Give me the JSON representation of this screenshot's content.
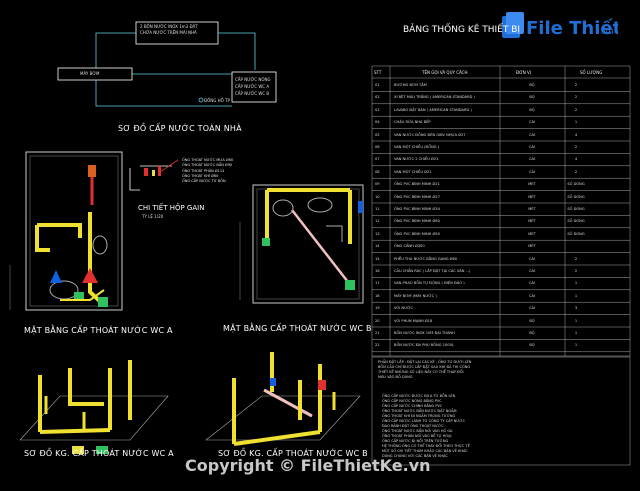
{
  "title_supply": "SƠ ĐỒ CẤP NƯỚC TOÀN NHÀ",
  "label_supply_top": [
    "2 BỒN NƯỚC INOX 1m3 ĐẶT",
    "CHỨA NƯỚC TRÊN MÁI NHÀ"
  ],
  "label_pump": "MÁY BƠM",
  "label_supply_right": [
    "CẤP NƯỚC NÓNG",
    "CẤP NƯỚC WC A",
    "CẤP NƯỚC WC B"
  ],
  "label_meter": "ĐỒNG HỒ TP",
  "title_detail": "CHI TIẾT HỘP GAIN",
  "label_detail_sub": "TỶ LỆ 1/20",
  "detail_notes": [
    "ỐNG THOÁT NƯỚC MƯA Ø60",
    "ỐNG THOÁT NƯỚC BẨN Ø90",
    "ỐNG THOÁT PHÂN Ø114",
    "ỐNG THOÁT KHÍ Ø60",
    "ỐNG CẤP NƯỚC TỪ BỒN"
  ],
  "title_wc_a": "MẶT BẰNG CẤP THOÁT NƯỚC WC  A",
  "title_wc_b": "MẶT BẰNG CẤP THOÁT NƯỚC WC  B",
  "title_iso_a": "SƠ ĐỒ KG. CẤP THOÁT NƯỚC WC A",
  "title_iso_b": "SƠ ĐỒ KG. CẤP THOÁT NƯỚC WC B",
  "table_title": "BẢNG THỐNG KÊ THIẾT BỊ",
  "logo": {
    "main": "File Thiết Kế",
    "domain": ".vn"
  },
  "copyright": "Copyright © FileThietKe.vn",
  "table_headers": [
    "STT",
    "TÊN GỌI VÀ QUY CÁCH",
    "ĐƠN VỊ",
    "SỐ LƯỢNG"
  ],
  "table_rows": [
    [
      "01",
      "BƯỚNG BƠN TẮM",
      "BỘ",
      "2"
    ],
    [
      "02",
      "XÍ BỆT MÀU TRẮNG ( AMERICAN STANDARD )",
      "BỘ",
      "2"
    ],
    [
      "03",
      "LAVABO ĐẶT BÀN ( AMERICAN STANDARD )",
      "BỘ",
      "2"
    ],
    [
      "04",
      "CHẬU RỬA NHÀ BẾP",
      "CÁI",
      "1"
    ],
    [
      "05",
      "VAN NƯỚC ĐỒNG ĐÈN GIBV NHỰA Ø27",
      "CÁI",
      "4"
    ],
    [
      "06",
      "VAN MỘT CHIỀU (ĐỒNG )",
      "CÁI",
      "2"
    ],
    [
      "07",
      "VAN NƯỚC 2 CHIỀU Ø21",
      "CÁI",
      "4"
    ],
    [
      "08",
      "VAN MỘT CHIỀU Ø21",
      "CÁI",
      "2"
    ],
    [
      "09",
      "ỐNG PVC BÌNH MINH Ø21",
      "MÉT",
      "SỐ DÒNG"
    ],
    [
      "10",
      "ỐNG PVC BÌNH MINH Ø27",
      "MÉT",
      "SỐ DÒNG"
    ],
    [
      "11",
      "ỐNG PVC BÌNH MINH Ø34",
      "MÉT",
      "SỐ DÒNG"
    ],
    [
      "12",
      "ỐNG PVC BÌNH MINH Ø60",
      "MÉT",
      "SỐ DÒNG"
    ],
    [
      "13",
      "ỐNG PVC BÌNH MINH Ø90",
      "MÉT",
      "SỐ DÒNG"
    ],
    [
      "14",
      "ỐNG CẢNH Ø300",
      "MÉT",
      ""
    ],
    [
      "15",
      "PHỄU THU NƯỚC BẰNG GANG Ø60",
      "CÁI",
      "2"
    ],
    [
      "16",
      "CẦU CHẮN RÁC ( LẮP ĐẶT TẠI CÁC SÂN ...)",
      "CÁI",
      "2"
    ],
    [
      "17",
      "VAN PHAO BỒN TỰ ĐỘNG ( ĐIỆN ĐẢO )",
      "CÁI",
      "1"
    ],
    [
      "18",
      "MÁY BƠM (MÁY NƯỚC )",
      "CÁI",
      "1"
    ],
    [
      "19",
      "VÒI NƯỚC",
      "CÁI",
      "3"
    ],
    [
      "20",
      "VÒI PHUN MẠNH Ø18",
      "BỘ",
      "1"
    ],
    [
      "21",
      "BỒN NƯỚC INOX 1M3 ĐẠI THÀNH",
      "BỘ",
      "1"
    ],
    [
      "22",
      "BỒN NƯỚC ĐA PHÚ BỒNG 1000L",
      "BỘ",
      "1"
    ]
  ],
  "table_notes": [
    "PHẦN ĐẶT LẮP : ĐẶT LẠI CÁC KÉ , ỐNG TỪ DƯỚI LÊN",
    "BỒN CẦU CHỈ ĐƯỢC LẮP ĐẶT SAU KHI ĐÃ THI CÔNG",
    "THIẾT KẾ NHỮNG SỐ LIỆU NÀY CÓ THỂ THAY ĐỔI",
    "MÀU VÀO ĐỒ DÙNG"
  ],
  "legend_notes": [
    "ỐNG CẤP NƯỚC ĐƯỢC ĐƯA TỪ BỒN LÊN",
    "ỐNG CẤP NƯỚC NÓNG BẰNG PVC",
    "ỐNG CẤP NƯỚC CHÍNH BẰNG PVC",
    "ỐNG THOÁT NƯỚC BẨN ĐƯỢC ĐẶT NGẦM",
    "ỐNG THOÁT KHÍ ĐI NGẦM TRONG TƯỜNG",
    "ỐNG CẤP NƯỚC LÀNH TỪ CÔNG TY CẤP NƯỚC",
    "ĐÀO RÃNH ĐẶT ỐNG THOÁT NƯỚC",
    "ỐNG THOÁT NƯỚC BẨN NỐI VÀO HỐ GA",
    "ỐNG THOÁT PHÂN NỐI VÀO BỂ TỰ HOẠI",
    "ỐNG CẤP NƯỚC ĐI NỔI TRÊN TƯỜNG",
    "HỆ THỐNG ỐNG CÓ THỂ THAY ĐỔI THEO THỰC TẾ",
    "MỘT SỐ CHI TIẾT THAM KHẢO CÁC BẢN VẼ KHÁC",
    "DÙNG CHUNG VỚI CÁC BẢN VẼ KHÁC"
  ]
}
